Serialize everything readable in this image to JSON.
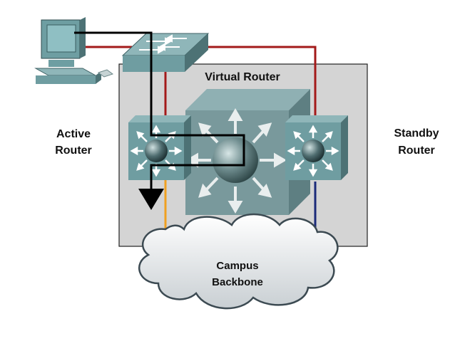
{
  "labels": {
    "virtual_router": "Virtual Router",
    "active_router_line1": "Active",
    "active_router_line2": "Router",
    "standby_router_line1": "Standby",
    "standby_router_line2": "Router",
    "campus_line1": "Campus",
    "campus_line2": "Backbone"
  },
  "colors": {
    "link_red": "#a31a1a",
    "link_orange": "#f0a020",
    "link_navy": "#1b2a7a",
    "traffic_path": "#000000",
    "device_teal": "#5f9aa0",
    "virtual_box_fill": "#d4d4d4"
  }
}
